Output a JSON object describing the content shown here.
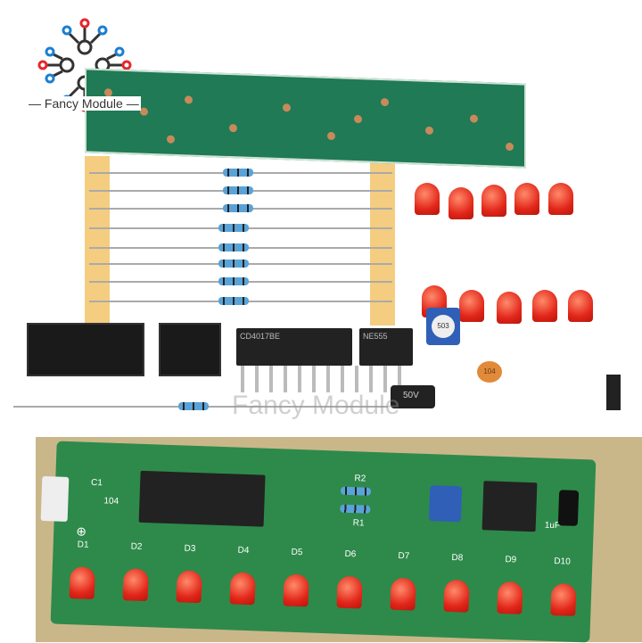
{
  "logo": {
    "text": "Fancy Module",
    "colors": {
      "red": "#e8262c",
      "blue": "#1c7fd0",
      "dark": "#333333"
    }
  },
  "watermark": "Fancy Module",
  "kit": {
    "chip_large": "CD4017BE",
    "chip_small": "NE555",
    "capacitor": "50V",
    "ceramic_cap": "104",
    "potentiometer": "503"
  },
  "board": {
    "leds": [
      "D1",
      "D2",
      "D3",
      "D4",
      "D5",
      "D6",
      "D7",
      "D8",
      "D9",
      "D10"
    ],
    "resistors": [
      "R1",
      "R2"
    ],
    "labels": {
      "c1": "C1",
      "c1_val": "104",
      "cap": "1uF",
      "plus": "⊕"
    }
  }
}
